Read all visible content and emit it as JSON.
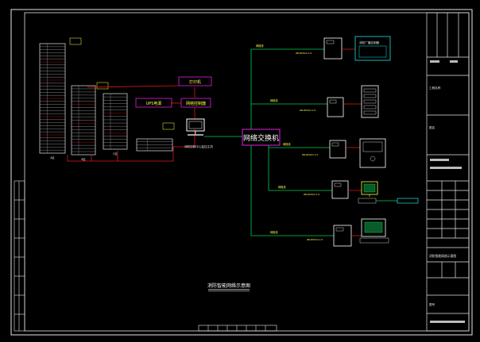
{
  "colors": {
    "background": "#000000",
    "frame": "#e6e6e6",
    "green": "#00d050",
    "red": "#e01818",
    "magenta": "#e020e0",
    "yellow": "#ffff40",
    "cyan": "#20e0e0",
    "white": "#ffffff",
    "gray": "#c8c8c8"
  },
  "diagram": {
    "title": "消防智能网络示意图",
    "switch_label": "网络交换机",
    "monitor_label": "消防控制中心监控主机",
    "center_boxes": [
      "打印机",
      "UPS电源",
      "网络控制器"
    ],
    "branch_labels": [
      "网络线",
      "网络线",
      "网络线",
      "网络线",
      "网络线"
    ],
    "branch_notes": [
      "ZR-RVS2×1.5",
      "ZR-RVS2×1.5",
      "ZR-RVS2×1.5",
      "ZR-RVS2×1.5",
      "ZR-RVS2×1.5"
    ],
    "panel_labels": [
      "A区",
      "B区",
      "C区"
    ],
    "first_device_label": "消防广播控制器"
  },
  "title_block": {
    "project_label": "工程名称",
    "drawing_label": "图名",
    "drawing_name": "消防智能网络示意图",
    "drawing_no": "图号"
  },
  "icons": [
    "computer-monitor-icon",
    "fire-panel-icon",
    "server-cabinet-icon",
    "display-icon"
  ]
}
